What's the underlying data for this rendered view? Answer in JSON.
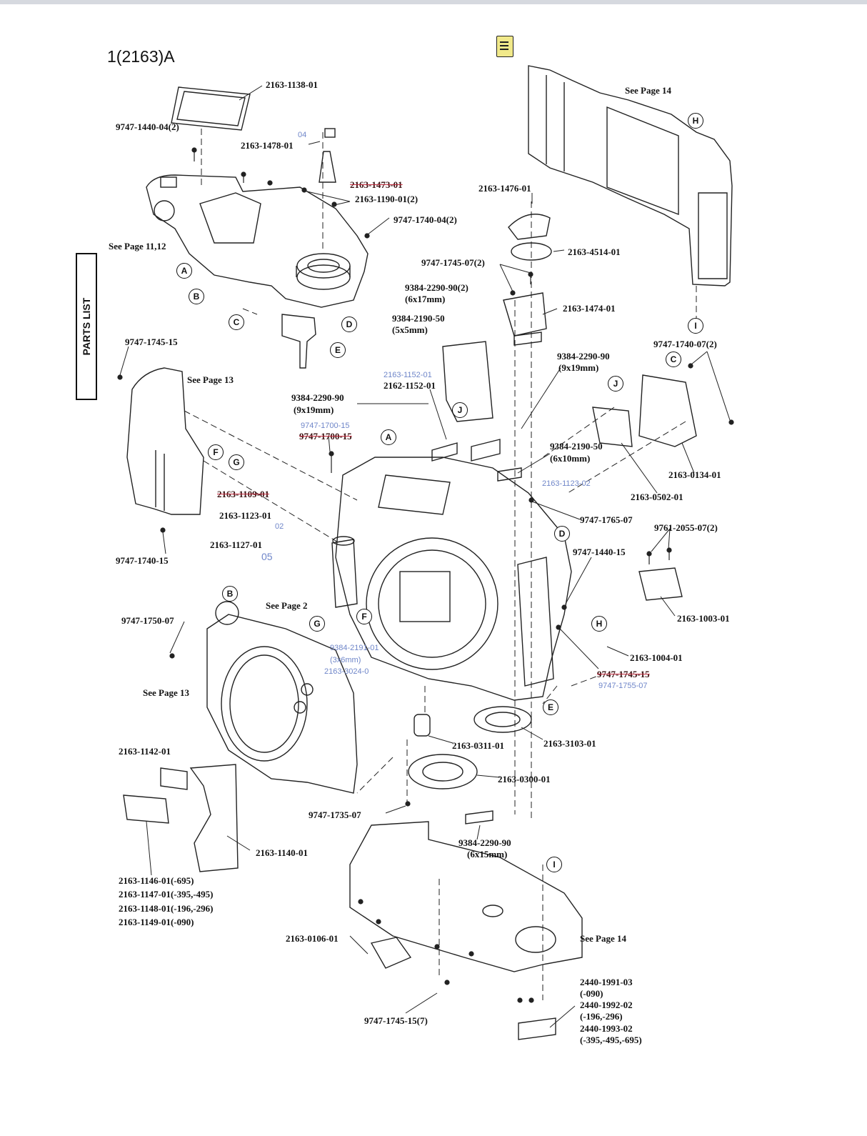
{
  "page": {
    "title": "1(2163)A",
    "side_tab": "PARTS LIST"
  },
  "refs": {
    "see_page_14_top": "See Page 14",
    "see_page_11_12": "See Page 11,12",
    "see_page_13_a": "See Page 13",
    "see_page_2": "See Page 2",
    "see_page_13_b": "See Page 13",
    "see_page_14_bottom": "See Page 14"
  },
  "markers": [
    "A",
    "B",
    "C",
    "D",
    "E",
    "F",
    "G",
    "H",
    "I",
    "J"
  ],
  "labels": {
    "p2163_1138_01": "2163-1138-01",
    "p9747_1440_04_2": "9747-1440-04(2)",
    "p2163_1478_01": "2163-1478-01",
    "p2163_1473_01": "2163-1473-01",
    "p2163_1190_01_2": "2163-1190-01(2)",
    "p9747_1740_04_2": "9747-1740-04(2)",
    "p2163_1476_01": "2163-1476-01",
    "p2163_4514_01": "2163-4514-01",
    "p9747_1745_07_2": "9747-1745-07(2)",
    "p9384_2290_90_2": "9384-2290-90(2)",
    "p6x17mm": "(6x17mm)",
    "p2163_1474_01": "2163-1474-01",
    "p9384_2190_50_a": "9384-2190-50",
    "p5x5mm": "(5x5mm)",
    "p9747_1745_15_left": "9747-1745-15",
    "p9384_2290_90_right": "9384-2290-90",
    "p9x19mm_right": "(9x19mm)",
    "p9747_1740_07_2": "9747-1740-07(2)",
    "p2162_1152_01": "2162-1152-01",
    "p9384_2290_90_mid": "9384-2290-90",
    "p9x19mm_mid": "(9x19mm)",
    "p9747_1700_15": "9747-1700-15",
    "p9384_2190_50_b": "9384-2190-50",
    "p6x10mm": "(6x10mm)",
    "p2163_0134_01": "2163-0134-01",
    "p2163_1109_01": "2163-1109-01",
    "p2163_0502_01": "2163-0502-01",
    "p2163_1123_01": "2163-1123-01",
    "p9747_1765_07": "9747-1765-07",
    "p9761_2055_07_2": "9761-2055-07(2)",
    "p2163_1127_01": "2163-1127-01",
    "p9747_1440_15": "9747-1440-15",
    "p9747_1740_15": "9747-1740-15",
    "p2163_1003_01": "2163-1003-01",
    "p9747_1750_07": "9747-1750-07",
    "p2163_1004_01": "2163-1004-01",
    "p9747_1745_15_struck": "9747-1745-15",
    "p2163_0311_01": "2163-0311-01",
    "p2163_3103_01": "2163-3103-01",
    "p2163_1142_01": "2163-1142-01",
    "p2163_0300_01": "2163-0300-01",
    "p9747_1735_07": "9747-1735-07",
    "p9384_2290_90_bottom": "9384-2290-90",
    "p6x15mm": "(6x15mm)",
    "p2163_1140_01": "2163-1140-01",
    "p2163_1146": "2163-1146-01(-695)",
    "p2163_1147": "2163-1147-01(-395,-495)",
    "p2163_1148": "2163-1148-01(-196,-296)",
    "p2163_1149": "2163-1149-01(-090)",
    "p2163_0106_01": "2163-0106-01",
    "p9747_1745_15_7": "9747-1745-15(7)",
    "p2440_1991_03": "2440-1991-03",
    "p090": "(-090)",
    "p2440_1992_02": "2440-1992-02",
    "p196_296": "(-196,-296)",
    "p2440_1993_02": "2440-1993-02",
    "p395_495_695": "(-395,-495,-695)"
  },
  "annotations": {
    "a04": "04",
    "a2163_1152_01": "2163-1152-01",
    "a9747_17xx": "9747-1700-15",
    "a2163_1123_0x": "2163-1123-02",
    "a02": "02",
    "a05": "05",
    "a9384_2191_01": "9384-2191-01",
    "a3x6mm": "(3x6mm)",
    "a2163_3024_0": "2163-3024-0",
    "a9747_1755_07": "9747-1755-07"
  },
  "colors": {
    "ink": "#111111",
    "annotation_blue": "#6f86c9",
    "strike_red": "#c0273a",
    "note_yellow": "#f1e98a"
  }
}
